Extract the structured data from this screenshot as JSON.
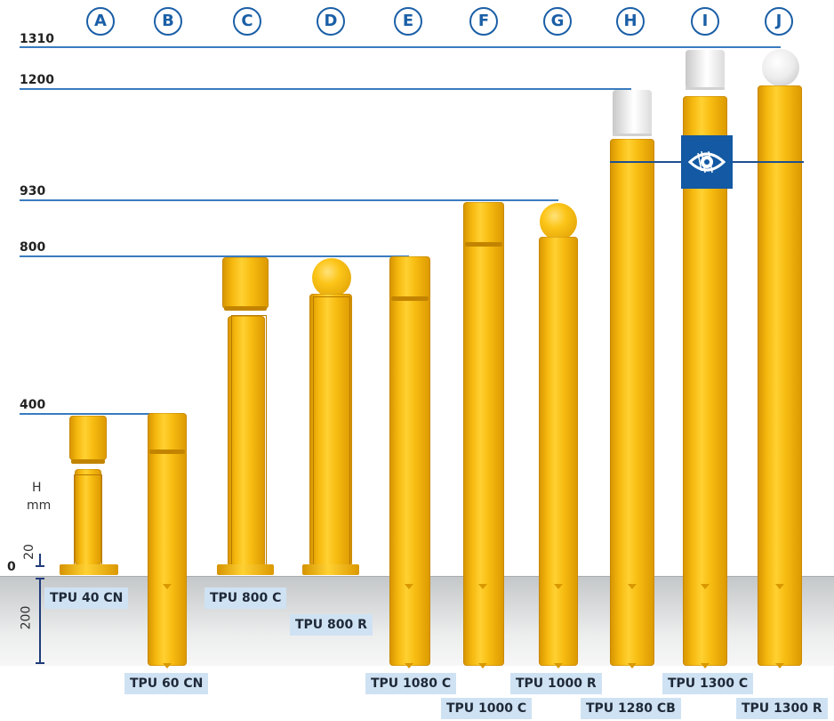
{
  "columns": [
    "A",
    "B",
    "C",
    "D",
    "E",
    "F",
    "G",
    "H",
    "I",
    "J"
  ],
  "heights": {
    "h1310": "1310",
    "h1200": "1200",
    "h930": "930",
    "h800": "800",
    "h400": "400",
    "h0": "0"
  },
  "axis": {
    "unit_h": "H",
    "unit_mm": "mm",
    "base_height": "20",
    "embed_depth": "200"
  },
  "products": {
    "A": "TPU 40 CN",
    "B": "TPU 60 CN",
    "C": "TPU 800 C",
    "D": "TPU 800 R",
    "E": "TPU 1080 C",
    "F": "TPU 1000 C",
    "G": "TPU 1000 R",
    "H": "TPU 1280 CB",
    "I": "TPU 1300 C",
    "J": "TPU 1300 R"
  },
  "colors": {
    "accent_blue": "#1a5fa6",
    "bollard_yellow": "#f6b90f",
    "label_bg": "#cfe2f3"
  },
  "icons": {
    "visibility": "eye-visibility-icon"
  }
}
